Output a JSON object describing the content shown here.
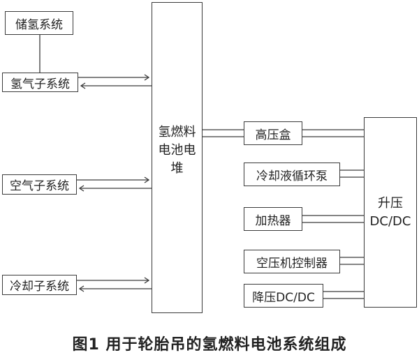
{
  "diagram": {
    "nodes": {
      "storage": "储氢系统",
      "hydrogen": "氢气子系统",
      "air": "空气子系统",
      "cooling": "冷却子系统",
      "stack": "氢燃料电池电堆",
      "hv_box": "高压盒",
      "coolant_pump": "冷却液循环泵",
      "heater": "加热器",
      "compressor_ctrl": "空压机控制器",
      "buck_dcdc": "降压DC/DC",
      "boost_dcdc": "升压DC/DC"
    },
    "caption": "图1 用于轮胎吊的氢燃料电池系统组成"
  }
}
